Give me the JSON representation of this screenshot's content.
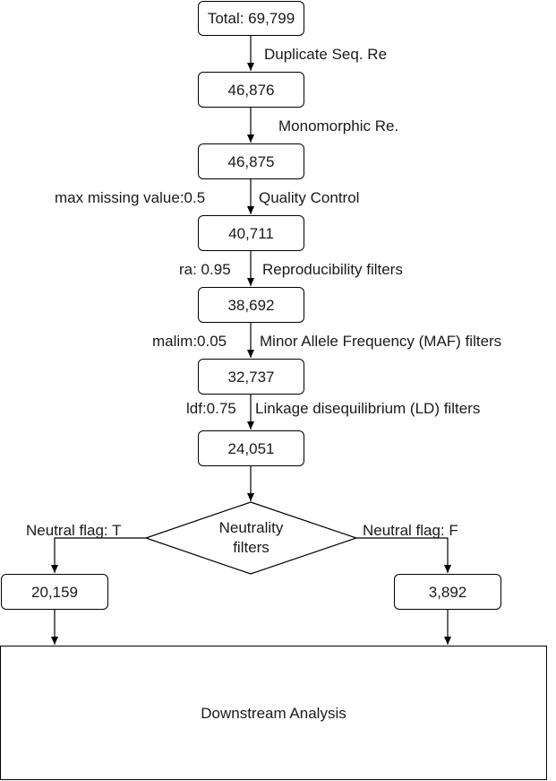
{
  "nodes": {
    "total": "Total: 69,799",
    "n1": "46,876",
    "n2": "46,875",
    "n3": "40,711",
    "n4": "38,692",
    "n5": "32,737",
    "n6": "24,051",
    "neutrality": [
      "Neutrality",
      "filters"
    ],
    "neutral_true": "20,159",
    "neutral_false": "3,892",
    "downstream": "Downstream Analysis"
  },
  "steps": {
    "duplicate": "Duplicate Seq. Re",
    "monomorphic": "Monomorphic Re.",
    "quality_control": "Quality Control",
    "quality_param": "max missing value:0.5",
    "reproducibility": "Reproducibility filters",
    "reproducibility_param": "ra: 0.95",
    "maf": "Minor Allele Frequency (MAF) filters",
    "maf_param": "malim:0.05",
    "ld": "Linkage disequilibrium (LD) filters",
    "ld_param": "ldf:0.75",
    "flag_true": "Neutral flag: T",
    "flag_false": "Neutral flag: F"
  },
  "colors": {
    "stroke": "#000000",
    "text": "#1a1a1a",
    "background": "#ffffff"
  }
}
